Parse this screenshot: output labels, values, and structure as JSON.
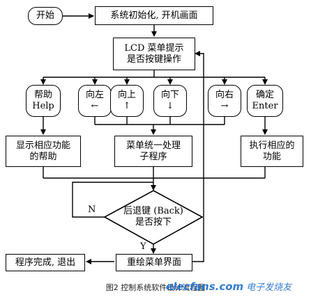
{
  "nodes": {
    "start": "开始",
    "init": "系统初始化, 开机画面",
    "lcd_line1": "LCD 菜单提示",
    "lcd_line2": "是否按键操作",
    "help_line1": "帮助",
    "help_line2": "Help",
    "left_line1": "向左",
    "left_arrow": "←",
    "up_line1": "向上",
    "up_arrow": "↑",
    "down_line1": "向下",
    "down_arrow": "↓",
    "right_line1": "向右",
    "right_arrow": "→",
    "enter_line1": "确定",
    "enter_line2": "Enter",
    "show_help_line1": "显示相应功能",
    "show_help_line2": "的帮助",
    "menu_line1": "菜单统一处理",
    "menu_line2": "子程序",
    "exec_line1": "执行相应的",
    "exec_line2": "功能",
    "back_line1": "后退键 (Back)",
    "back_line2": "是否按下",
    "redraw": "重绘菜单界面",
    "finish": "程序完成, 退出"
  },
  "edge_labels": {
    "no": "N",
    "yes": "Y"
  },
  "caption": "图2 控制系统软件设计流程图",
  "watermark": {
    "brand": "elecfans.com",
    "cn": "电子发烧友"
  }
}
